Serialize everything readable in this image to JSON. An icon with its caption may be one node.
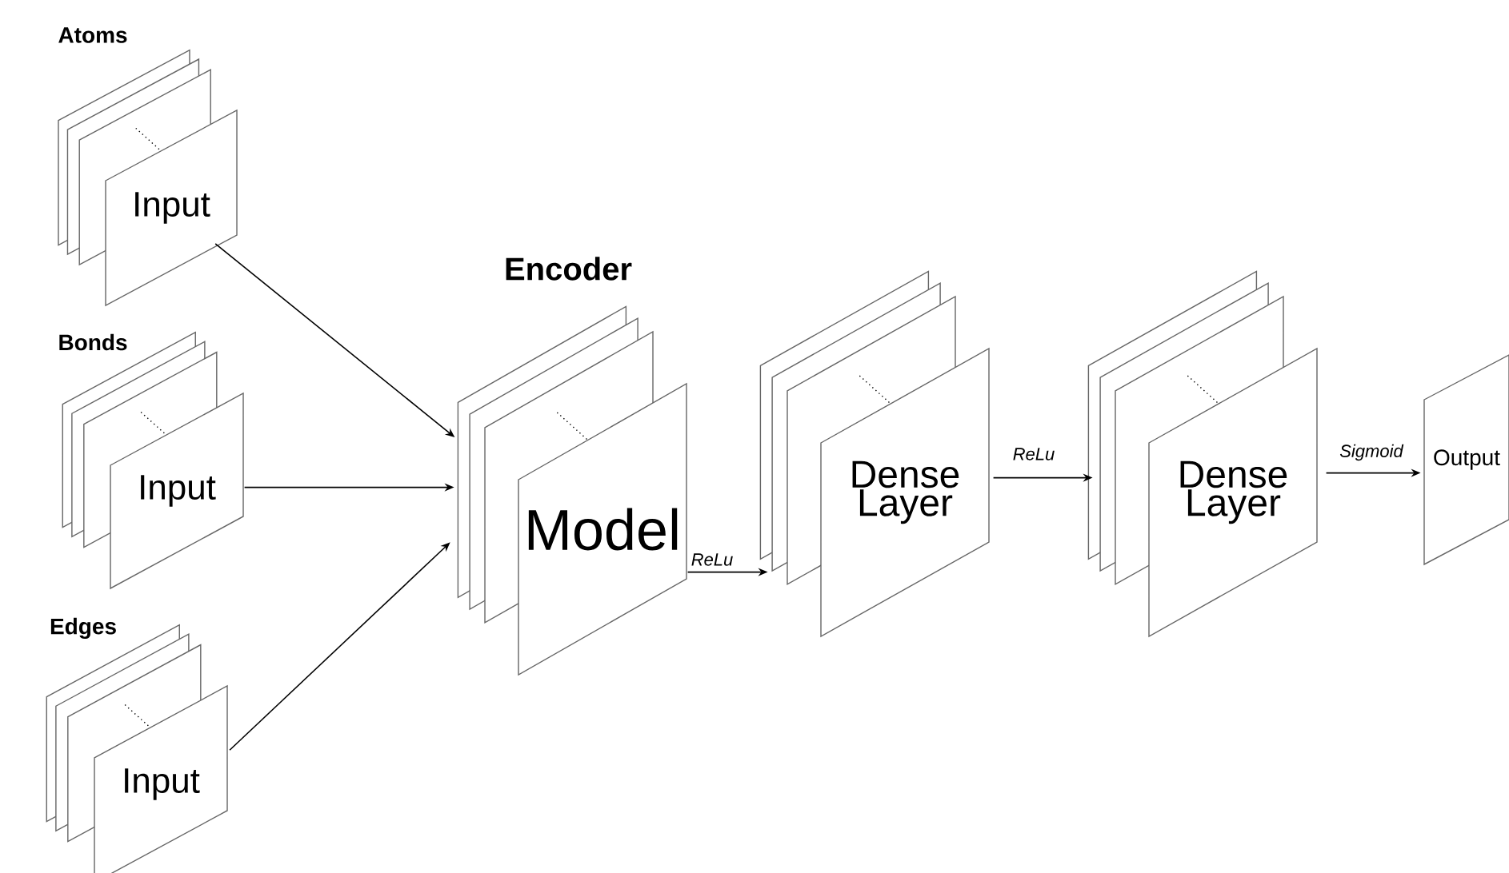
{
  "diagram": {
    "nodes": [
      {
        "text": [
          "Atoms",
          "Input"
        ]
      },
      {
        "text": [
          "Bonds",
          "Input"
        ]
      },
      {
        "text": [
          "Edges",
          "Input"
        ]
      },
      {
        "text": [
          "Encoder",
          "Model"
        ]
      },
      {
        "text": [
          "Dense Layer"
        ]
      },
      {
        "text": [
          "Dense Layer"
        ]
      },
      {
        "text": [
          "Output"
        ]
      }
    ],
    "edges": [
      {
        "from": 0,
        "to": 3,
        "arrow": "to"
      },
      {
        "from": 1,
        "to": 3,
        "arrow": "to"
      },
      {
        "from": 2,
        "to": 3,
        "arrow": "to"
      },
      {
        "from": 3,
        "to": 4,
        "arrow": "to",
        "label": "ReLu"
      },
      {
        "from": 4,
        "to": 5,
        "arrow": "to",
        "label": "ReLu"
      },
      {
        "from": 5,
        "to": 6,
        "arrow": "to",
        "label": "Sigmoid"
      }
    ]
  }
}
